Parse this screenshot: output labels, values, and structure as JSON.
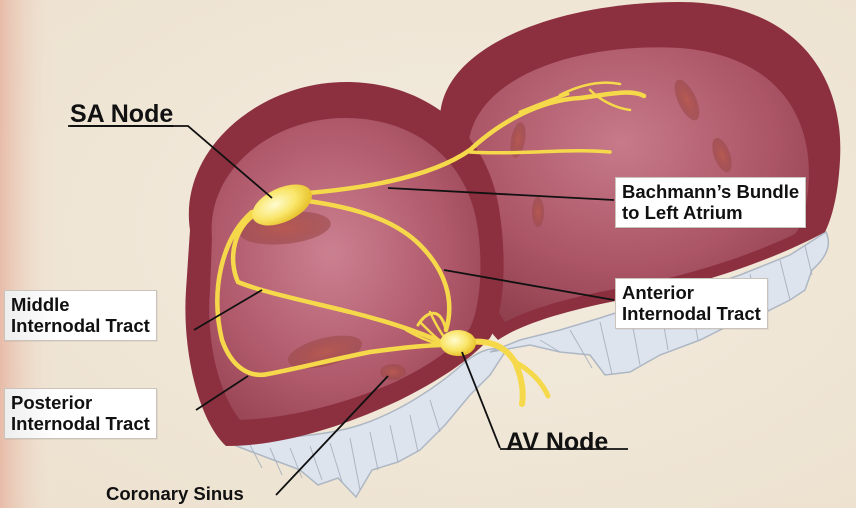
{
  "labels": {
    "sa_node": "SA Node",
    "bachmann_line1": "Bachmann’s Bundle",
    "bachmann_line2": "to Left Atrium",
    "anterior_line1": "Anterior",
    "anterior_line2": "Internodal Tract",
    "middle_line1": "Middle",
    "middle_line2": "Internodal Tract",
    "posterior_line1": "Posterior",
    "posterior_line2": "Internodal Tract",
    "av_node": "AV Node",
    "coronary_sinus": "Coronary Sinus"
  },
  "colors": {
    "background": "#f1e8d9",
    "atrial_wall": "#8c3040",
    "atrial_interior": "#b05a6c",
    "conduction_pathway": "#f6d94a",
    "node": "#f9e66a",
    "valve_leaflets": "#dde4ee"
  }
}
